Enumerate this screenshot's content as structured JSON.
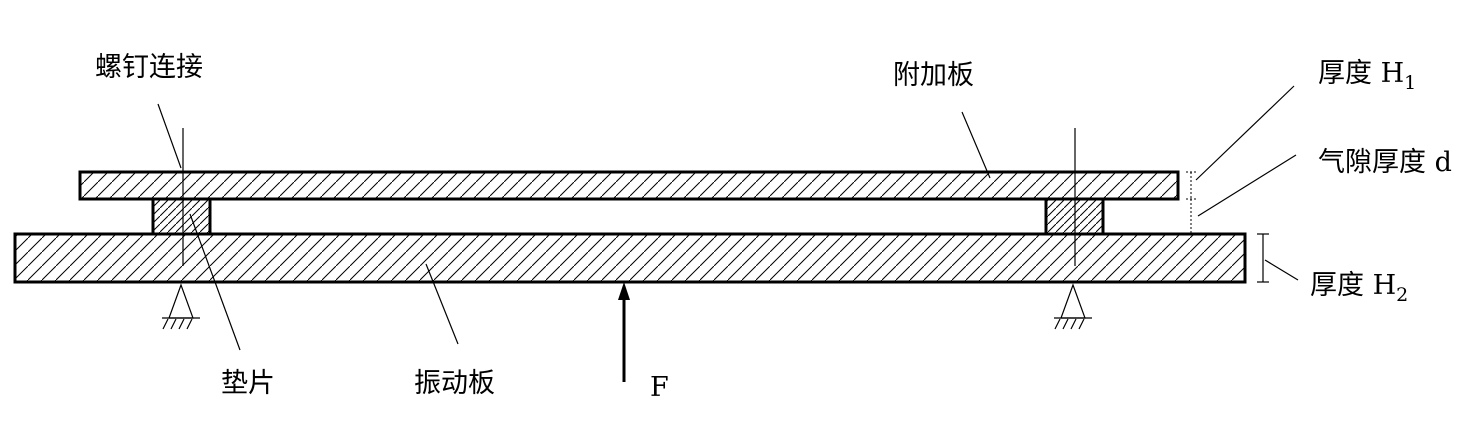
{
  "labels": {
    "bolt_connection": "螺钉连接",
    "additional_plate": "附加板",
    "thickness_h1": "厚度 H",
    "thickness_h1_sub": "1",
    "air_gap": "气隙厚度 d",
    "thickness_h2": "厚度 H",
    "thickness_h2_sub": "2",
    "gasket": "垫片",
    "vibrating_plate": "振动板",
    "force": "F"
  },
  "colors": {
    "stroke": "#000000",
    "background": "#ffffff"
  }
}
